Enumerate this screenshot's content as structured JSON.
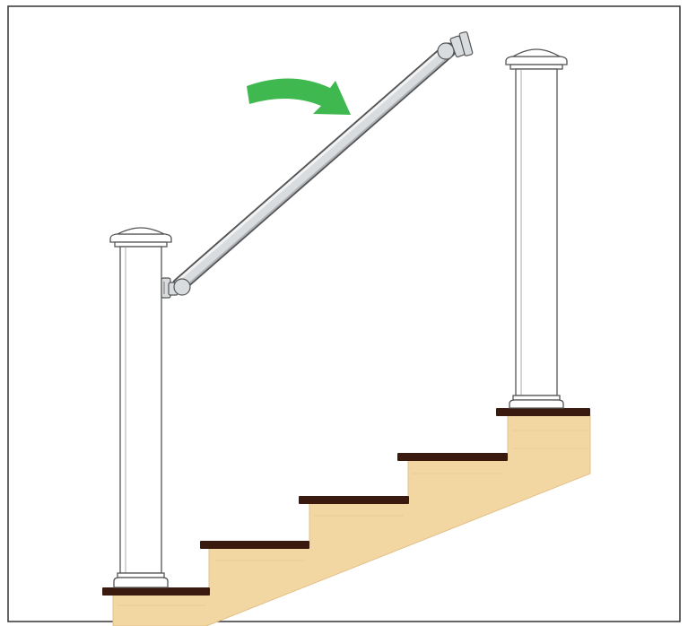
{
  "colors": {
    "border": "#333333",
    "background": "#ffffff",
    "wood": "#f3d7a2",
    "wood_shade": "#e8c48a",
    "tread": "#3a1a0e",
    "post_fill": "#ffffff",
    "post_line": "#555555",
    "rail_fill": "#d9dcdf",
    "rail_line": "#555555",
    "arrow": "#3fb94f"
  },
  "icons": {
    "arrow": "curved-arrow-right",
    "left_post": "newel-post",
    "right_post": "newel-post",
    "rail": "handrail-with-brackets"
  }
}
